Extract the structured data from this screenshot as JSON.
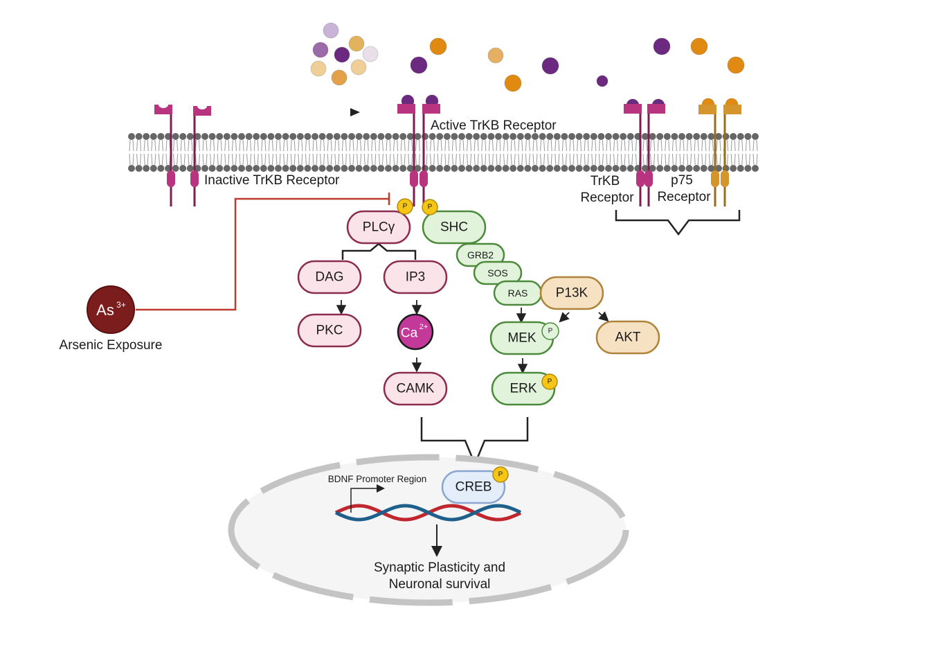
{
  "labels": {
    "active_trkb": "Active TrKB Receptor",
    "inactive_trkb": "Inactive TrKB Receptor",
    "trkb_receptor_line1": "TrKB",
    "trkb_receptor_line2": "Receptor",
    "p75_receptor_line1": "p75",
    "p75_receptor_line2": "Receptor",
    "arsenic_symbol": "As",
    "arsenic_charge": "3+",
    "arsenic_exposure": "Arsenic Exposure",
    "bdnf_promoter": "BDNF Promoter Region",
    "outcome_line1": "Synaptic Plasticity and",
    "outcome_line2": "Neuronal survival"
  },
  "nodes": {
    "plcg": "PLCγ",
    "shc": "SHC",
    "grb2": "GRB2",
    "sos": "SOS",
    "ras": "RAS",
    "p13k": "P13K",
    "dag": "DAG",
    "ip3": "IP3",
    "pkc": "PKC",
    "ca": "Ca",
    "ca_charge": "2+",
    "camk": "CAMK",
    "mek": "MEK",
    "erk": "ERK",
    "akt": "AKT",
    "creb": "CREB"
  },
  "phospho_label": "P",
  "colors": {
    "plc_branch_fill": "#fbe3ea",
    "plc_branch_stroke": "#8c2a4f",
    "ras_branch_fill": "#e2f3dc",
    "ras_branch_stroke": "#4a8a3a",
    "pi3k_fill": "#f6e2c2",
    "pi3k_stroke": "#b0833a",
    "trkb": "#b8347f",
    "p75": "#d4962c",
    "arsenic": "#7b1d1d",
    "inhibition": "#c0392b",
    "phospho": "#f5c518"
  }
}
